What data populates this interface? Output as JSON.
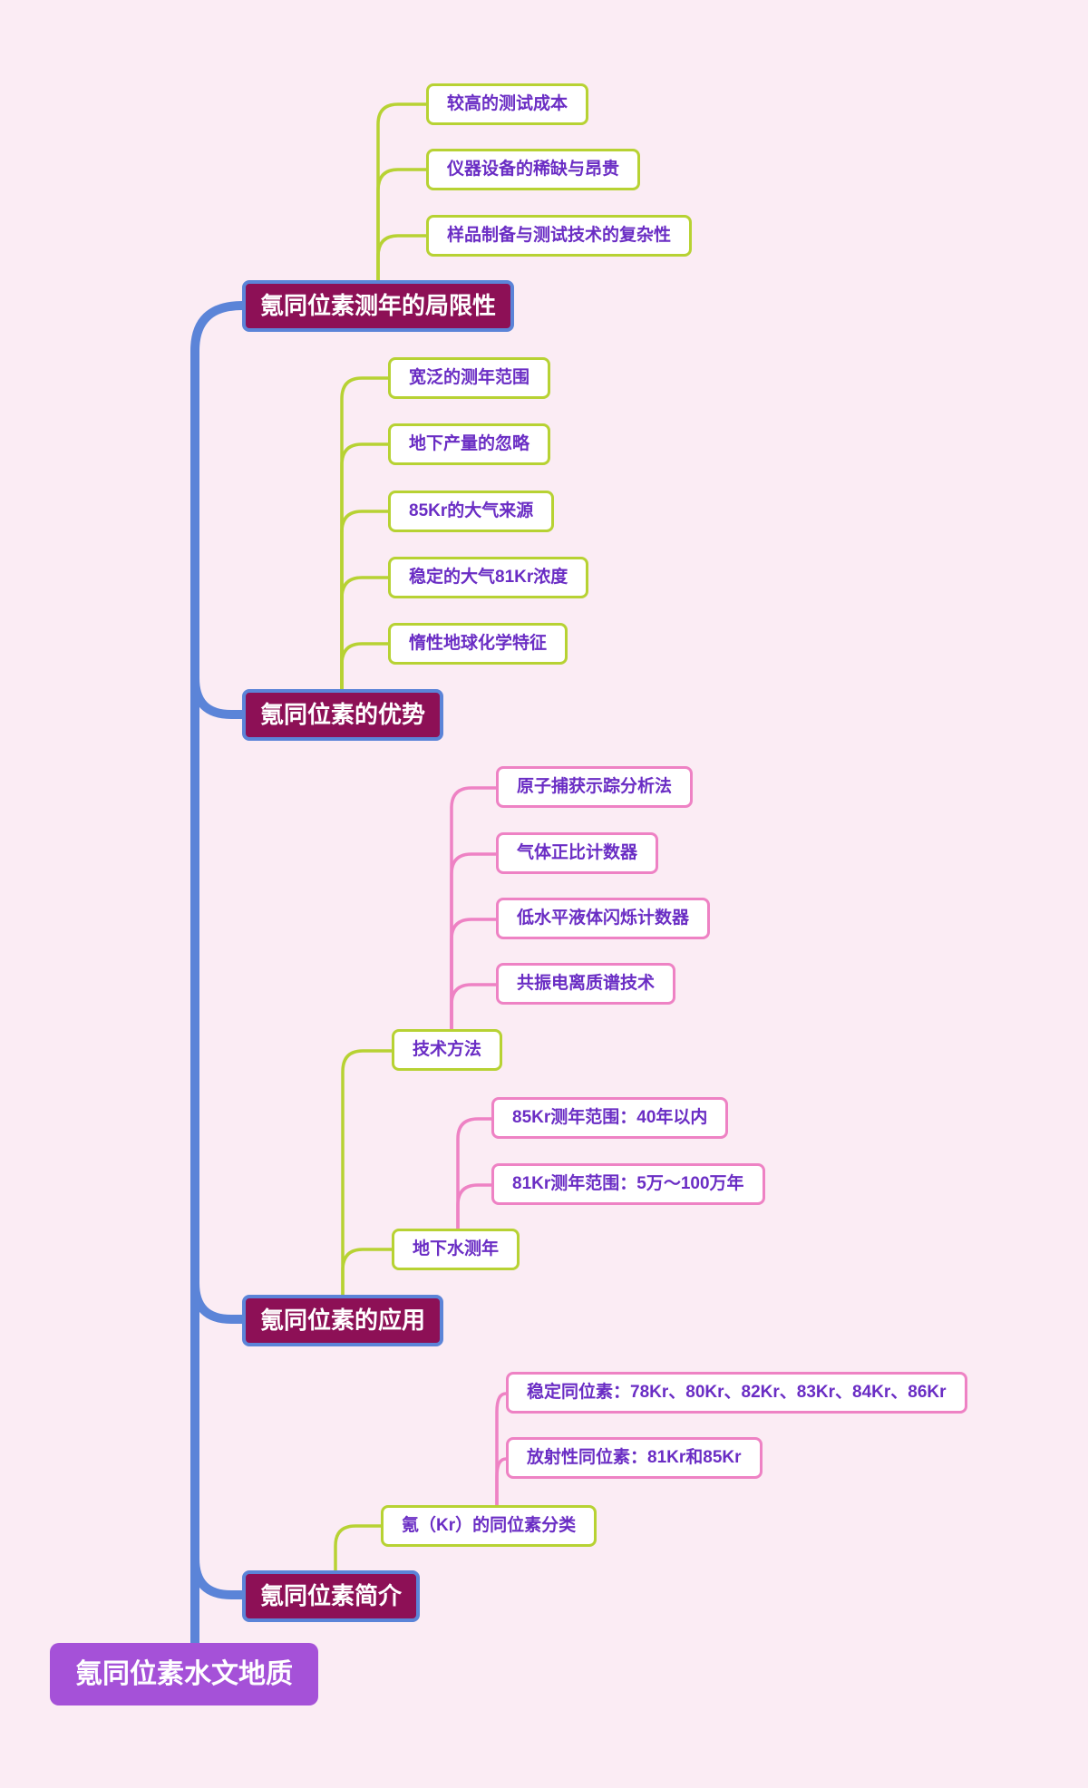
{
  "colors": {
    "background": "#fbecf4",
    "trunk_blue": "#5b84d8",
    "branch_box_bg": "#8d1056",
    "branch_box_border": "#5b84d8",
    "branch_box_text": "#ffffff",
    "level2_border_green": "#b7d233",
    "level3_border_pink": "#ee82c4",
    "leaf_text_purple": "#6a2dc4",
    "root_bg": "#a551d8",
    "root_text": "#ffffff"
  },
  "root": {
    "label": "氪同位素水文地质"
  },
  "branches": [
    {
      "label": "氪同位素测年的局限性",
      "children": [
        {
          "label": "较高的测试成本"
        },
        {
          "label": "仪器设备的稀缺与昂贵"
        },
        {
          "label": "样品制备与测试技术的复杂性"
        }
      ]
    },
    {
      "label": "氪同位素的优势",
      "children": [
        {
          "label": "宽泛的测年范围"
        },
        {
          "label": "地下产量的忽略"
        },
        {
          "label": "85Kr的大气来源"
        },
        {
          "label": "稳定的大气81Kr浓度"
        },
        {
          "label": "惰性地球化学特征"
        }
      ]
    },
    {
      "label": "氪同位素的应用",
      "children": [
        {
          "label": "技术方法",
          "children": [
            {
              "label": "原子捕获示踪分析法"
            },
            {
              "label": "气体正比计数器"
            },
            {
              "label": "低水平液体闪烁计数器"
            },
            {
              "label": "共振电离质谱技术"
            }
          ]
        },
        {
          "label": "地下水测年",
          "children": [
            {
              "label": "85Kr测年范围：40年以内"
            },
            {
              "label": "81Kr测年范围：5万～100万年"
            }
          ]
        }
      ]
    },
    {
      "label": "氪同位素简介",
      "children": [
        {
          "label": "氪（Kr）的同位素分类",
          "children": [
            {
              "label": "稳定同位素：78Kr、80Kr、82Kr、83Kr、84Kr、86Kr"
            },
            {
              "label": "放射性同位素：81Kr和85Kr"
            }
          ]
        }
      ]
    }
  ]
}
